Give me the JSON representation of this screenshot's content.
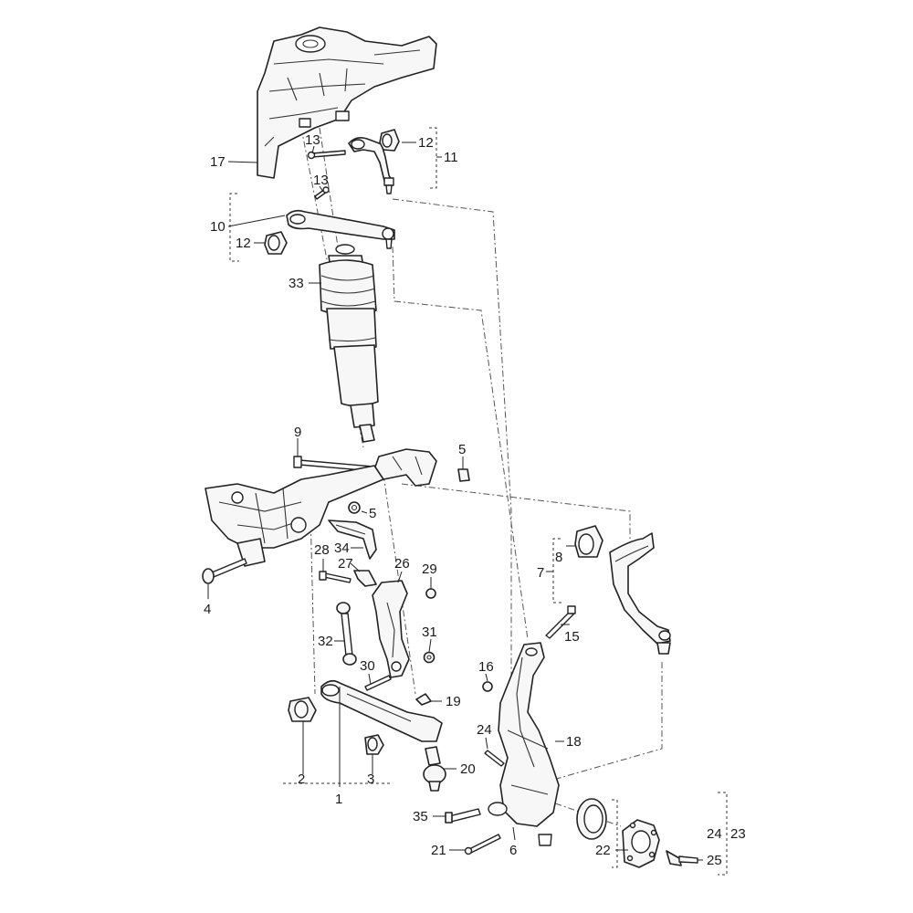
{
  "diagram": {
    "callouts": {
      "c1": "1",
      "c2": "2",
      "c3": "3",
      "c4": "4",
      "c5a": "5",
      "c5b": "5",
      "c6": "6",
      "c7": "7",
      "c8": "8",
      "c9": "9",
      "c10": "10",
      "c11": "11",
      "c12a": "12",
      "c12b": "12",
      "c13a": "13",
      "c13b": "13",
      "c15": "15",
      "c16": "16",
      "c17": "17",
      "c18": "18",
      "c19": "19",
      "c20": "20",
      "c21": "21",
      "c22": "22",
      "c23": "23",
      "c24a": "24",
      "c24b": "24",
      "c25": "25",
      "c26": "26",
      "c27": "27",
      "c28": "28",
      "c29": "29",
      "c30": "30",
      "c31": "31",
      "c32": "32",
      "c33": "33",
      "c34": "34",
      "c35": "35"
    }
  }
}
